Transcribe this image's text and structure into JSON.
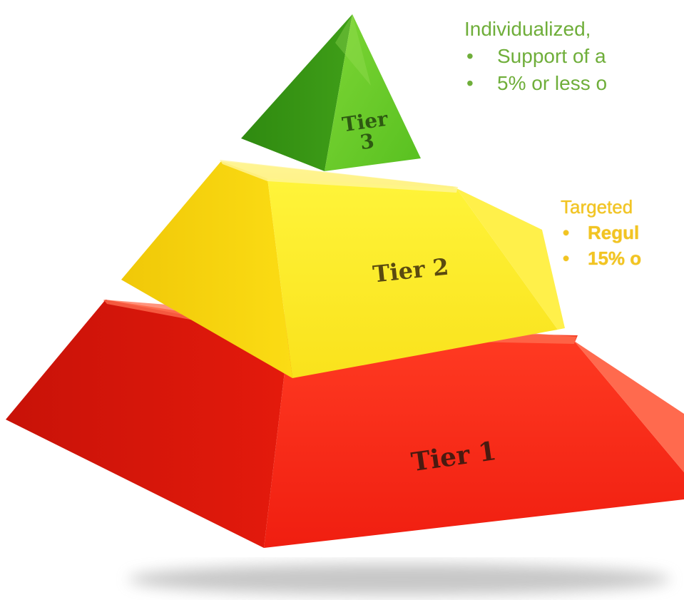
{
  "pyramid": {
    "tiers": [
      {
        "label_line1": "Tier",
        "label_line2": "3",
        "color": "#4fb01a"
      },
      {
        "label": "Tier 2",
        "color": "#fbe21a"
      },
      {
        "label": "Tier 1",
        "color": "#e8190f"
      }
    ]
  },
  "callouts": {
    "tier3": {
      "heading": "Individualized,",
      "bullets": [
        "Support of a",
        "5% or less o"
      ],
      "color": "#6fae3a"
    },
    "tier2": {
      "heading": "Targeted",
      "bullets": [
        "Regul",
        "15% o"
      ],
      "color": "#f2c422"
    }
  },
  "bullet_glyph": "•"
}
